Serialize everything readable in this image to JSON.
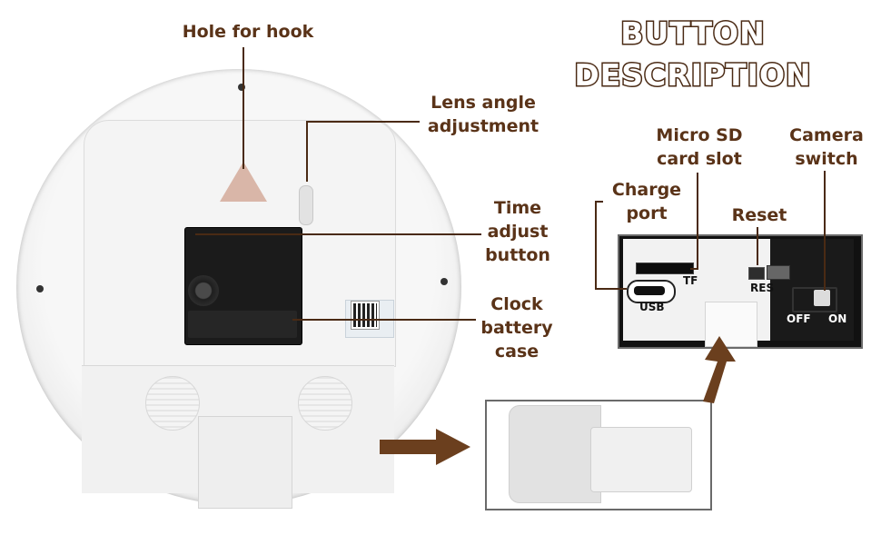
{
  "title": "BUTTON DESCRIPTION",
  "labels": {
    "hole_for_hook": "Hole for hook",
    "lens_angle": [
      "Lens angle",
      "adjustment"
    ],
    "time_adjust": [
      "Time",
      "adjust",
      "button"
    ],
    "clock_battery": [
      "Clock",
      "battery",
      "case"
    ],
    "micro_sd": [
      "Micro SD",
      "card slot"
    ],
    "camera_switch": [
      "Camera",
      "switch"
    ],
    "charge_port": [
      "Charge",
      "port"
    ],
    "reset": "Reset"
  },
  "strip_text": {
    "tf": "TF",
    "usb": "USB",
    "res": "RES",
    "off": "OFF",
    "on": "ON"
  },
  "colors": {
    "label": "#5a3318",
    "leader_line": "#4a2a14",
    "arrow": "#6b3f1e"
  }
}
